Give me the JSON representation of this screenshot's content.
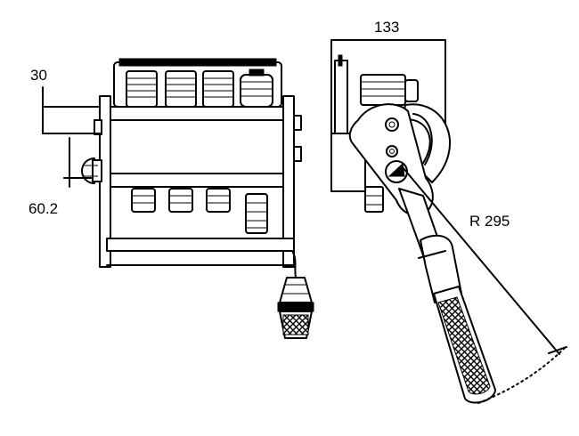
{
  "dimensions": {
    "width_top": "133",
    "height_left": "30",
    "offset_left": "60.2",
    "radius": "R 295"
  },
  "colors": {
    "line": "#000000",
    "background": "#ffffff"
  }
}
